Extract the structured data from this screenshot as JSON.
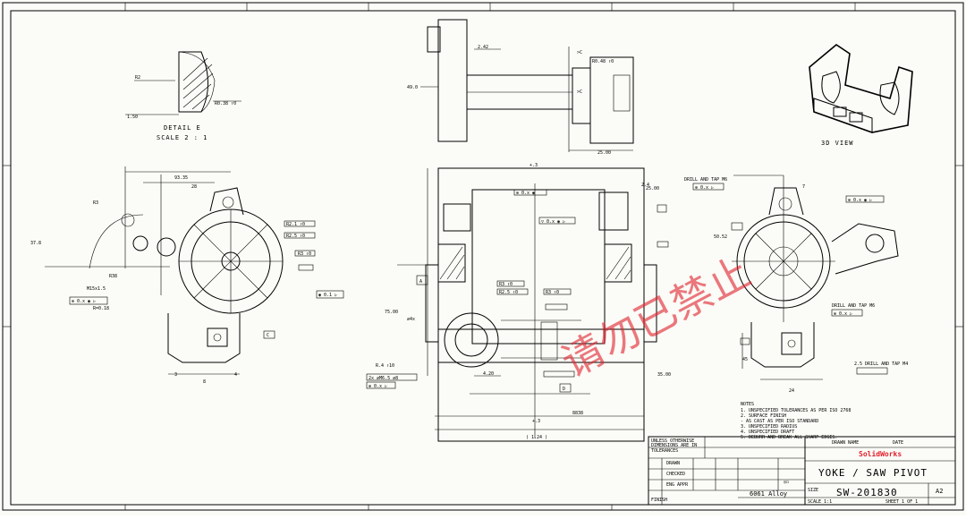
{
  "sheet": {
    "background": "#fbfbf7",
    "line_color": "#000000",
    "watermark_color": "#e0202a",
    "watermark_text": "请勿已禁止"
  },
  "views": {
    "detail_label": "DETAIL E",
    "detail_scale": "SCALE 2 : 1",
    "iso_label": "3D VIEW"
  },
  "notes": {
    "title": "NOTES",
    "lines": [
      "1. UNSPECIFIED TOLERANCES AS PER ISO 2768",
      "2. SURFACE FINISH",
      "   - AS CAST                    AS PER ISO STANDARD",
      "3. UNSPECIFIED RADIUS",
      "4. UNSPECIFIED DRAFT",
      "5. DEBURR AND BREAK ALL SHARP EDGES."
    ]
  },
  "title_block": {
    "logo_text": "SolidWorks",
    "logo_color": "#e0202a",
    "part_title": "YOKE / SAW PIVOT",
    "drawing_number": "SW-201830",
    "material": "6061 Alloy",
    "size": "A2"
  }
}
